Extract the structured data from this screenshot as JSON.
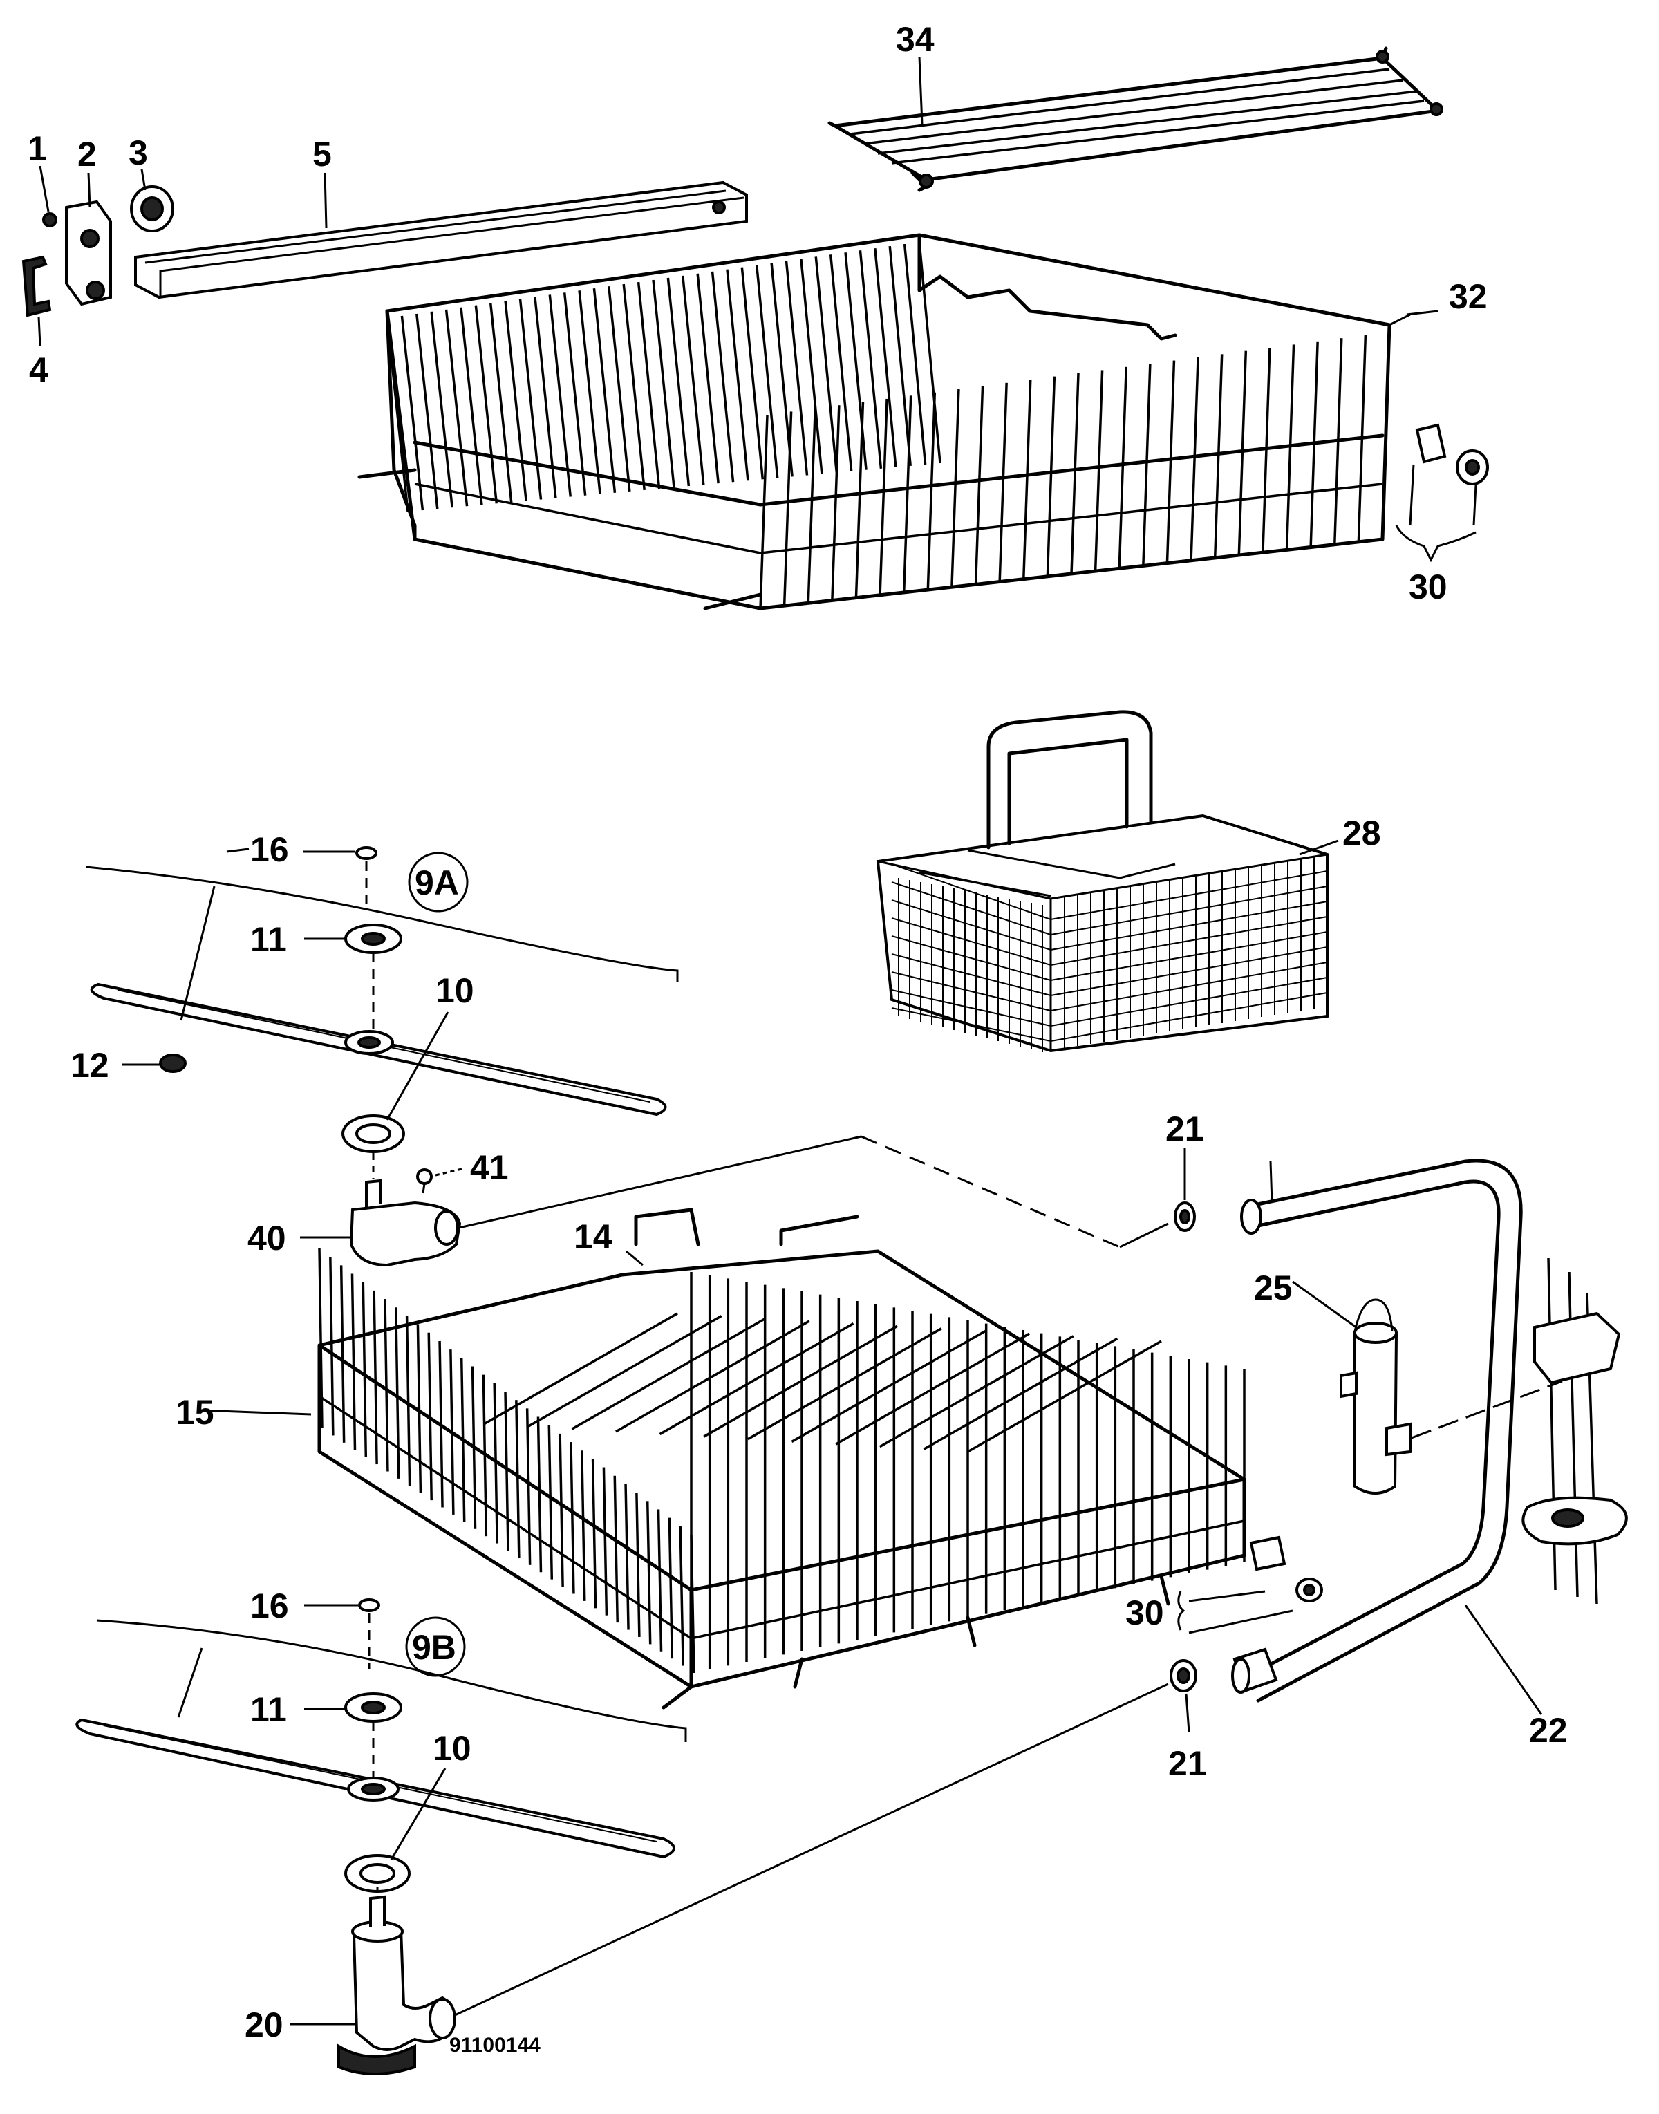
{
  "callouts": {
    "c1": "1",
    "c2": "2",
    "c3": "3",
    "c4": "4",
    "c5": "5",
    "c34": "34",
    "c32": "32",
    "c30_top": "30",
    "c28": "28",
    "c16_a": "16",
    "c9A": "9A",
    "c11_a": "11",
    "c10_a": "10",
    "c12": "12",
    "c41": "41",
    "c40": "40",
    "c21_a": "21",
    "c14": "14",
    "c25": "25",
    "c15": "15",
    "c16_b": "16",
    "c9B": "9B",
    "c11_b": "11",
    "c10_b": "10",
    "c30_bottom": "30",
    "c22": "22",
    "c21_b": "21",
    "c20": "20"
  },
  "drawing_code": "91100144"
}
